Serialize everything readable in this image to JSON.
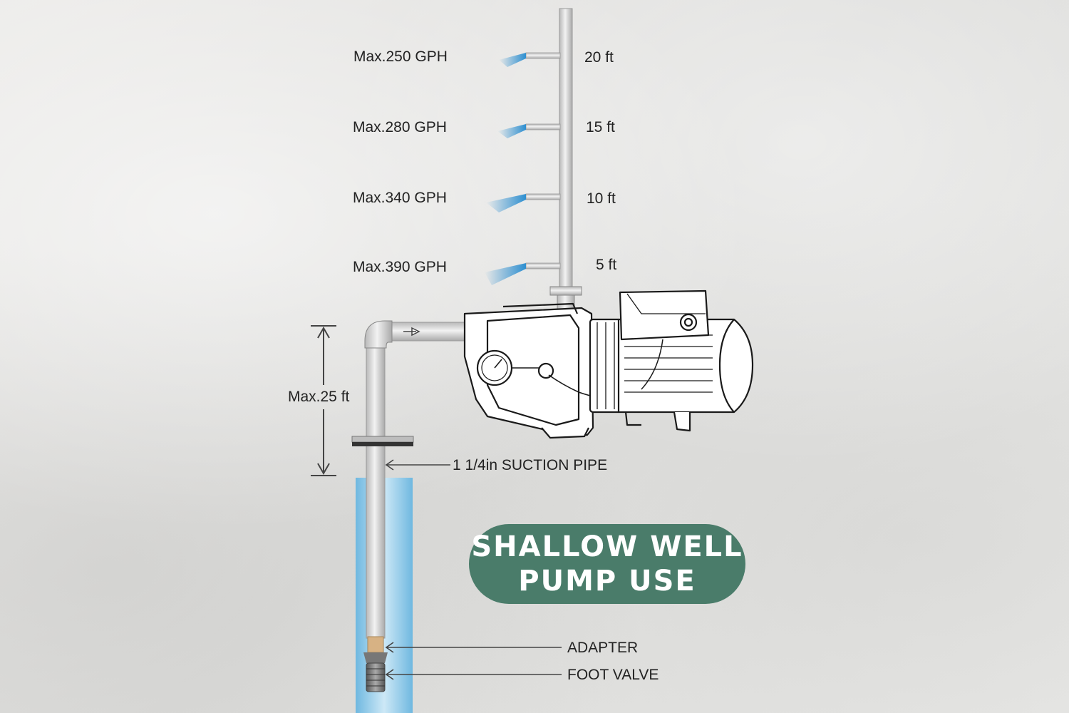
{
  "outlets": [
    {
      "flow": "Max.250 GPH",
      "height": "20 ft"
    },
    {
      "flow": "Max.280 GPH",
      "height": "15 ft"
    },
    {
      "flow": "Max.340 GPH",
      "height": "10 ft"
    },
    {
      "flow": "Max.390 GPH",
      "height": "5 ft"
    }
  ],
  "suction": {
    "max_lift": "Max.25 ft",
    "pipe_label": "1 1/4in SUCTION PIPE",
    "adapter_label": "ADAPTER",
    "foot_valve_label": "FOOT VALVE"
  },
  "badge": {
    "line1": "SHALLOW WELL",
    "line2": "PUMP USE"
  },
  "colors": {
    "badge": "#4a7c6a",
    "water": "#8fc8e6",
    "spray": "#3a9ad6",
    "pipe": "#d4d4d4"
  }
}
